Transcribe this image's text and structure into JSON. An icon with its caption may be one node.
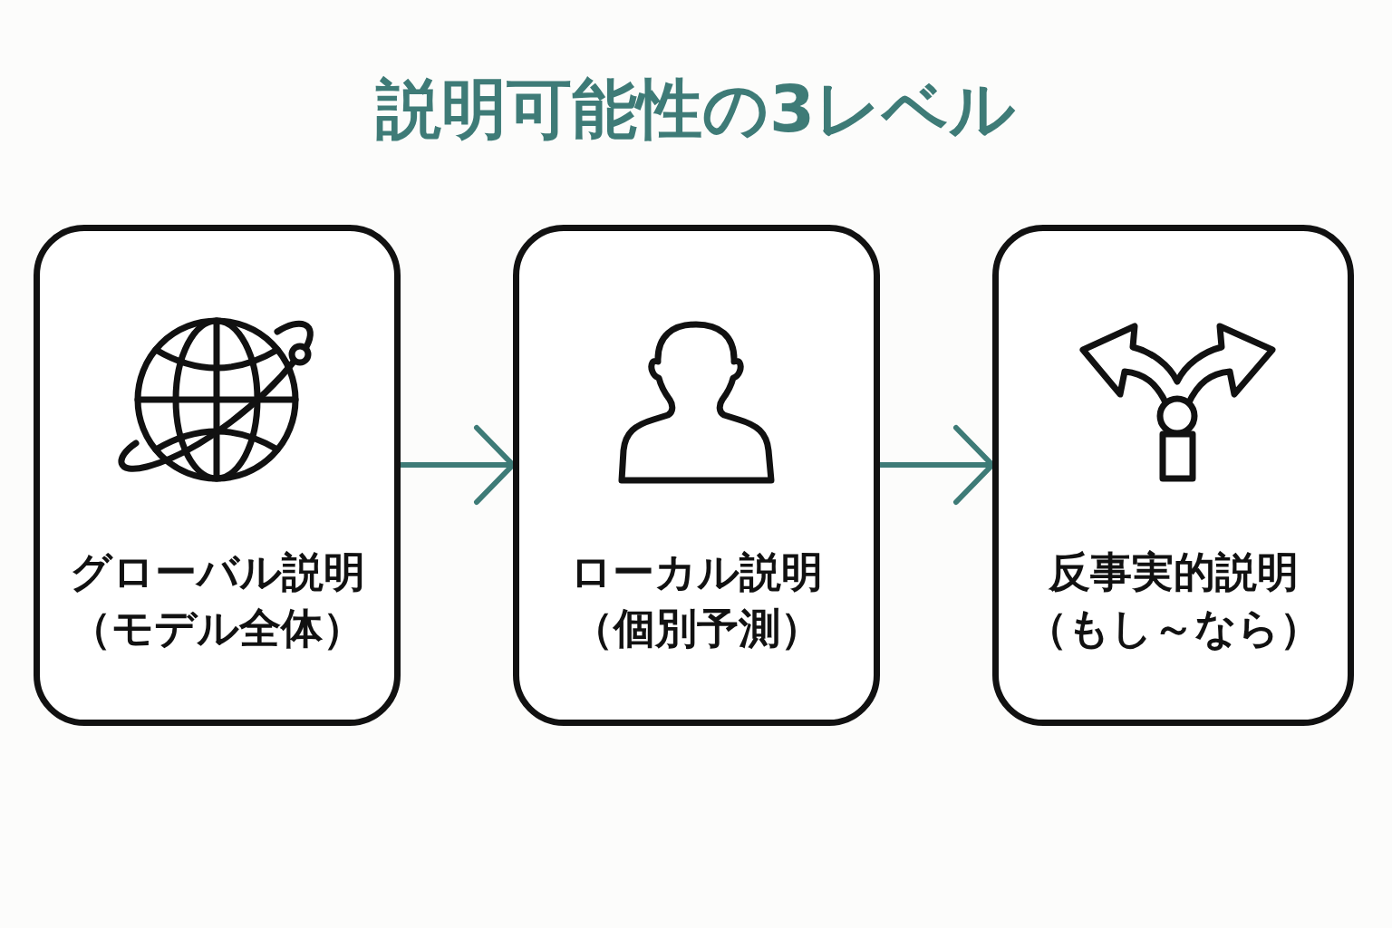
{
  "diagram": {
    "title": "説明可能性の3レベル",
    "nodes": [
      {
        "text": [
          "グローバル説明",
          "（モデル全体）"
        ]
      },
      {
        "text": [
          "ローカル説明",
          "（個別予測）"
        ]
      },
      {
        "text": [
          "反事実的説明",
          "（もし～なら）"
        ]
      }
    ],
    "edges": [
      {
        "from": 0,
        "to": 1,
        "arrow": "to"
      },
      {
        "from": 1,
        "to": 2,
        "arrow": "to"
      }
    ]
  }
}
